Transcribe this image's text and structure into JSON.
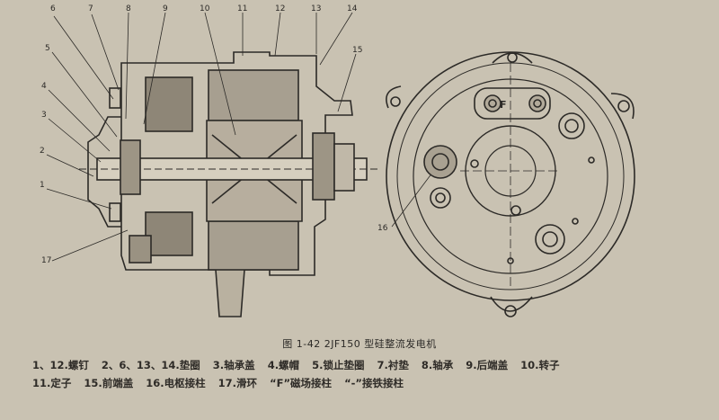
{
  "figure": {
    "caption": "图 1-42  2JF150 型硅整流发电机",
    "callouts_left": [
      "6",
      "7",
      "8",
      "9",
      "10",
      "11",
      "12",
      "13",
      "14",
      "15",
      "5",
      "4",
      "3",
      "2",
      "1",
      "17"
    ],
    "callout_right": "16",
    "terminal_label": "F"
  },
  "legend": {
    "row1": [
      "1、12.螺钉",
      "2、6、13、14.垫圈",
      "3.轴承盖",
      "4.螺帽",
      "5.锁止垫圈",
      "7.衬垫",
      "8.轴承",
      "9.后端盖",
      "10.转子"
    ],
    "row2": [
      "11.定子",
      "15.前端盖",
      "16.电枢接柱",
      "17.滑环",
      "“F”磁场接柱",
      "“-”接铁接柱"
    ]
  },
  "colors": {
    "paper": "#c9c2b2",
    "ink": "#2c2a27"
  }
}
